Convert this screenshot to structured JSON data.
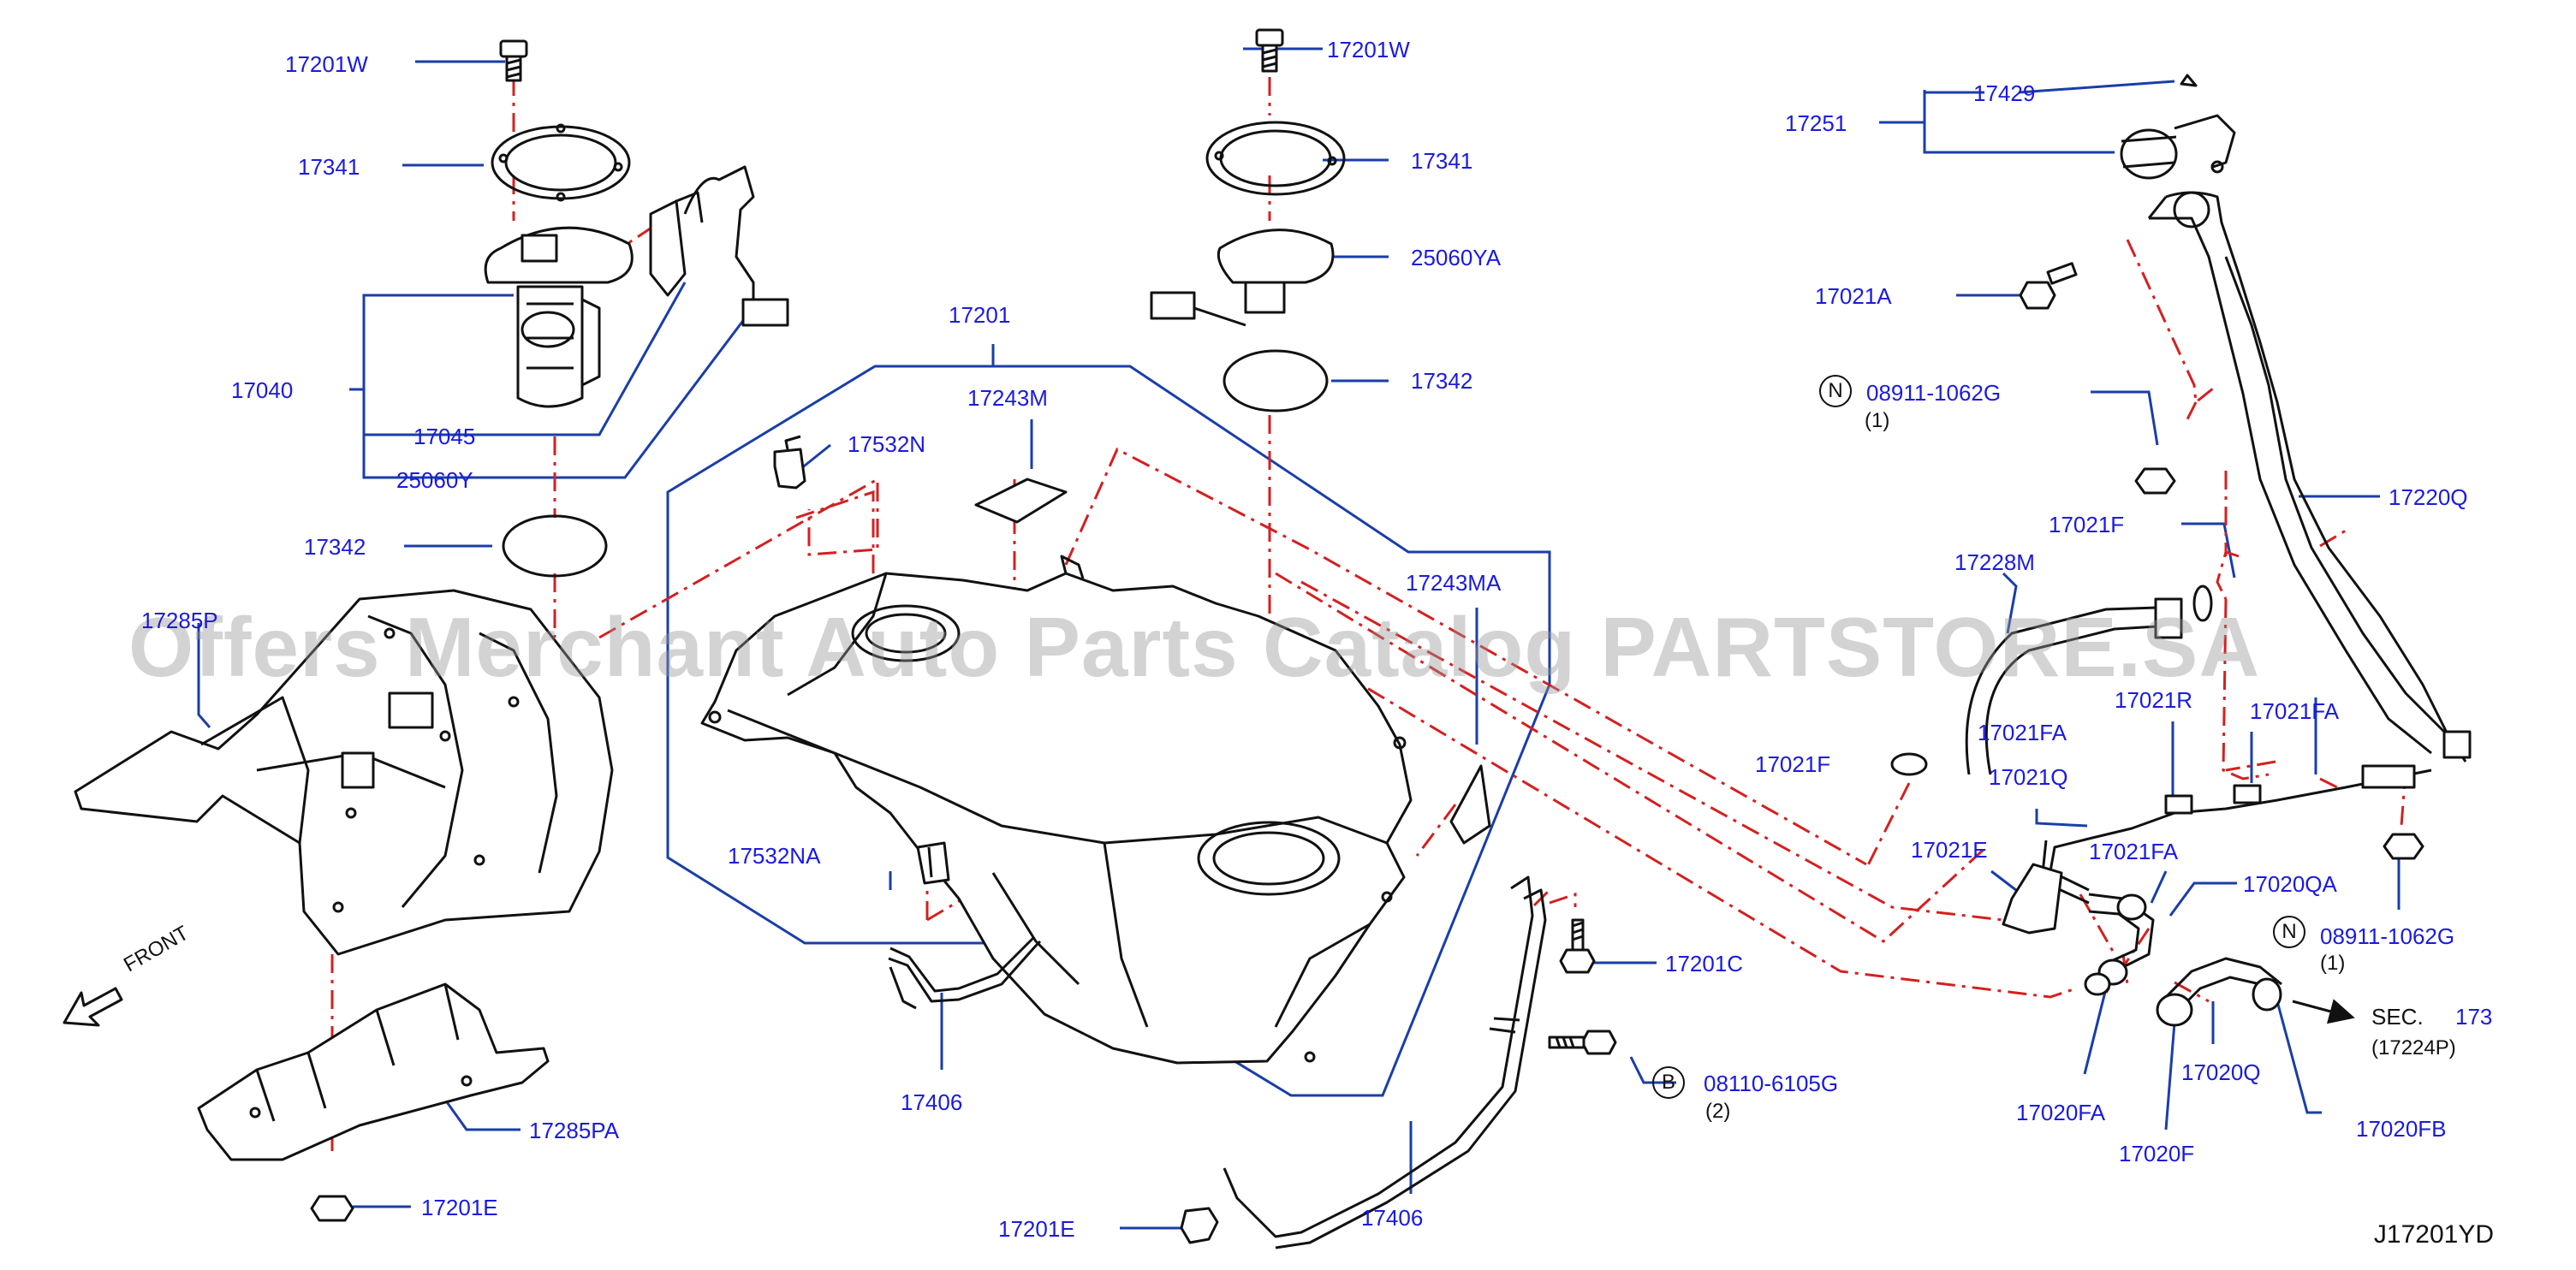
{
  "diagram_id": "J17201YD",
  "watermark": "Offers Merchant Auto Parts Catalog PARTSTORE.SA",
  "front_label": "FRONT",
  "sec_ref": {
    "label": "SEC.",
    "number": "173",
    "sub": "(17224P)"
  },
  "badges": {
    "n1": "N",
    "n2": "N",
    "b1": "B"
  },
  "callouts": {
    "c17201W_left": "17201W",
    "c17341_left": "17341",
    "c17040": "17040",
    "c17045": "17045",
    "c25060Y": "25060Y",
    "c17342_left": "17342",
    "c17285_left": "17285P",
    "c17285PA": "17285PA",
    "c17201E_left": "17201E",
    "c17201": "17201",
    "c17243M": "17243M",
    "c17532N": "17532N",
    "c17532NA": "17532NA",
    "c17243MA": "17243MA",
    "c17406_left": "17406",
    "c17406_right": "17406",
    "c17201E_center": "17201E",
    "c17201W_center": "17201W",
    "c17341_center": "17341",
    "c25060YA": "25060YA",
    "c17342_center": "17342",
    "c17201C": "17201C",
    "c08110": "08110-6105G",
    "c08110_qty": "(2)",
    "c17251": "17251",
    "c17429": "17429",
    "c17021A": "17021A",
    "c08911_top": "08911-1062G",
    "c08911_top_qty": "(1)",
    "c17220Q": "17220Q",
    "c17021F_top": "17021F",
    "c17228M": "17228M",
    "c17021R": "17021R",
    "c17021FA_a": "17021FA",
    "c17021FA_b": "17021FA",
    "c17021F_left": "17021F",
    "c17021Q": "17021Q",
    "c17021E": "17021E",
    "c17021FA_c": "17021FA",
    "c17020QA": "17020QA",
    "c08911_bottom": "08911-1062G",
    "c08911_bottom_qty": "(1)",
    "c17020FA": "17020FA",
    "c17020F": "17020F",
    "c17020Q": "17020Q",
    "c17020FB": "17020FB"
  }
}
